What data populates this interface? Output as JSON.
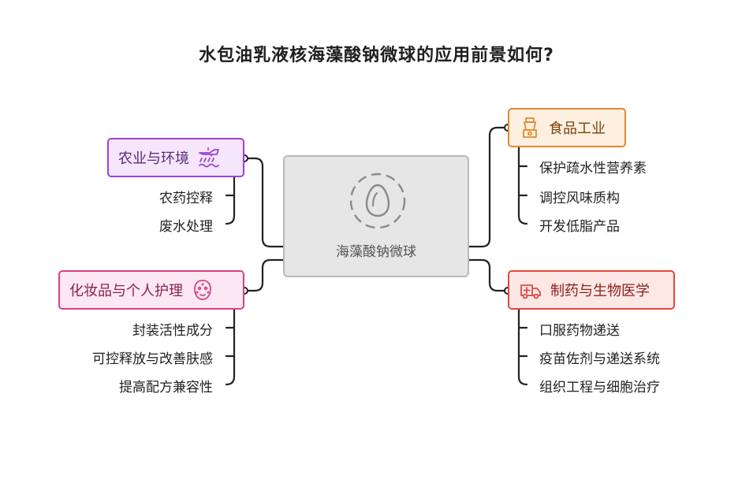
{
  "title": "水包油乳液核海藻酸钠微球的应用前景如何?",
  "center": {
    "label": "海藻酸钠微球",
    "icon": "egg-icon"
  },
  "branches": {
    "agriculture": {
      "label": "农业与环境",
      "icon": "crop-duster-icon",
      "color": "#a040d8",
      "bg": "#f5e6fc",
      "items": [
        "农药控释",
        "废水处理"
      ]
    },
    "cosmetics": {
      "label": "化妆品与个人护理",
      "icon": "face-mask-icon",
      "color": "#d8408a",
      "bg": "#fce8f2",
      "items": [
        "封装活性成分",
        "可控释放与改善肤感",
        "提高配方兼容性"
      ]
    },
    "food": {
      "label": "食品工业",
      "icon": "food-processor-icon",
      "color": "#e08a2c",
      "bg": "#fdf0e0",
      "items": [
        "保护疏水性营养素",
        "调控风味质构",
        "开发低脂产品"
      ]
    },
    "pharma": {
      "label": "制药与生物医学",
      "icon": "ambulance-icon",
      "color": "#e0483c",
      "bg": "#fde8e6",
      "items": [
        "口服药物递送",
        "疫苗佐剂与递送系统",
        "组织工程与细胞治疗"
      ]
    }
  }
}
